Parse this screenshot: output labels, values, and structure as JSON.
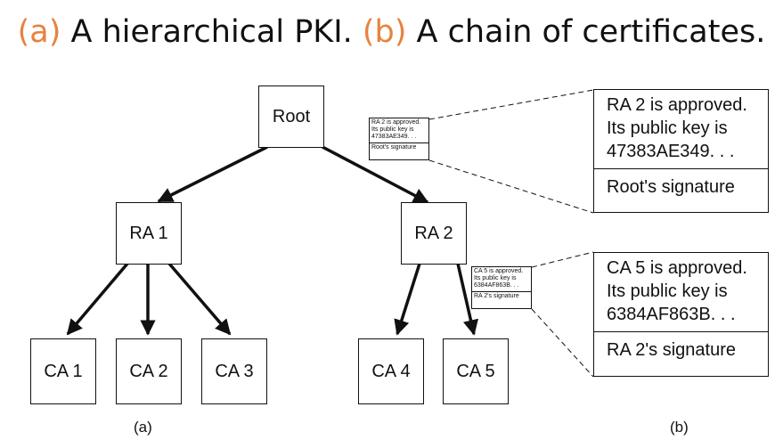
{
  "title": {
    "tag_a": "(a)",
    "text_a": "A hierarchical PKI.",
    "tag_b": "(b)",
    "text_b": "A chain of certificates.",
    "tag_color": "#e8823e"
  },
  "tree": {
    "root": "Root",
    "ra1": "RA 1",
    "ra2": "RA 2",
    "ca1": "CA 1",
    "ca2": "CA 2",
    "ca3": "CA 3",
    "ca4": "CA 4",
    "ca5": "CA 5"
  },
  "certificates": [
    {
      "line1": "RA 2 is approved.",
      "line2": "Its public key is",
      "line3": "47383AE349. . .",
      "signature": "Root's signature"
    },
    {
      "line1": "CA 5 is approved.",
      "line2": "Its public key is",
      "line3": "6384AF863B. . .",
      "signature": "RA 2's signature"
    }
  ],
  "captions": {
    "a": "(a)",
    "b": "(b)"
  }
}
